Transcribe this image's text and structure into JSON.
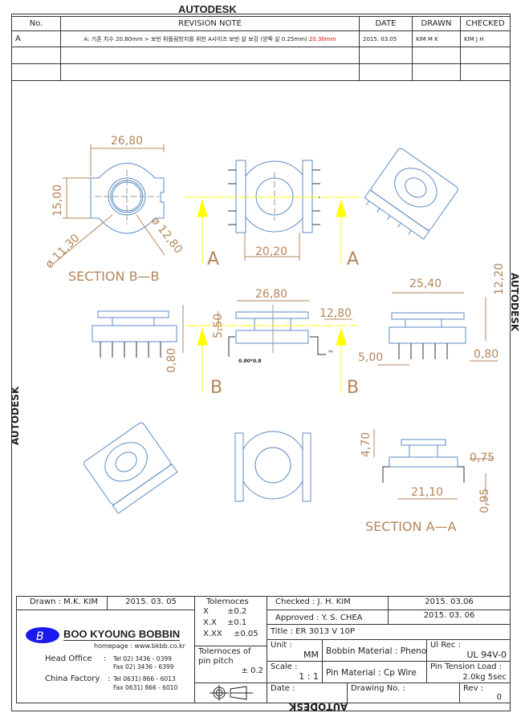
{
  "watermark": "AUTODESK",
  "revision": {
    "headers": [
      "No.",
      "REVISION  NOTE",
      "DATE",
      "DRAWN",
      "CHECKED"
    ],
    "rows": [
      {
        "no": "A",
        "note": "A: 기존 치수 20.80mm > 보빈 뒤틀림방지를 위한 A사이즈 보빈 살 보강 (양쪽 살 0.25mm) ",
        "note_red": "20.30mm",
        "date": "2015. 03.05",
        "drawn": "KIM M K",
        "checked": "KIM J H"
      }
    ]
  },
  "drawing": {
    "colors": {
      "dimension": "#b5855a",
      "part": "#5b8bc4",
      "section_line": "#ffff00"
    },
    "dims": {
      "d1": "26,80",
      "d2": "15,00",
      "d3": "ø 11,30",
      "d4": "ø 12,80",
      "d5": "20,20",
      "d6": "26,80",
      "d7": "12,80",
      "d8": "5,50",
      "d9": "0,80",
      "d10": "25,40",
      "d11": "12,20",
      "d12": "5,00",
      "d13": "0,80",
      "d14": "4,70",
      "d15": "0,75",
      "d16": "21,10",
      "d17": "0,95",
      "pin_note": "0.80*0.8",
      "z": "2"
    },
    "labels": {
      "section_bb": "SECTION  B—B",
      "section_aa": "SECTION  A—A",
      "a": "A",
      "b": "B"
    }
  },
  "title_block": {
    "drawn": "Drawn : M.K. KIM",
    "drawn_date": "2015. 03. 05",
    "company": "BOO KYOUNG BOBBIN",
    "homepage": "homepage : www.bkbb.co.kr",
    "head_office": "Head Office",
    "head_tel": "Tel   02) 3436 - 0399",
    "head_fax": "Fax   02) 3436 - 6399",
    "china_factory": "China Factory",
    "china_tel": "Tel   0631) 866 - 6013",
    "china_fax": "Fax   0631) 866 - 6010",
    "tol_title": "Tolernoces",
    "tol": [
      [
        "X",
        "±0.2"
      ],
      [
        "X.X",
        "±0.1"
      ],
      [
        "X.XX",
        "±0.05"
      ]
    ],
    "pin_tol_title": "Tolernoces of pin pitch",
    "pin_tol": "± 0.2",
    "checked": "Checked :      J. H. KIM",
    "checked_date": "2015. 03.06",
    "approved": "Approved :   Y. S. CHEA",
    "approved_date": "2015. 03. 06",
    "title": "Title :  ER 3013 V 10P",
    "unit_label": "Unit :",
    "unit": "MM",
    "bobbin_material": "Bobbin Material : Phenol",
    "ul_label": "Ul Rec :",
    "ul": "UL 94V-0",
    "scale_label": "Scale :",
    "scale": "1 : 1",
    "pin_material": "Pin Material : Cp Wire",
    "tension_label": "Pin Tension Load :",
    "tension": "2.0kg 5sec",
    "date_label": "Date :",
    "drawing_no_label": "Drawing No.  :",
    "rev_label": "Rev :",
    "rev": "0"
  }
}
